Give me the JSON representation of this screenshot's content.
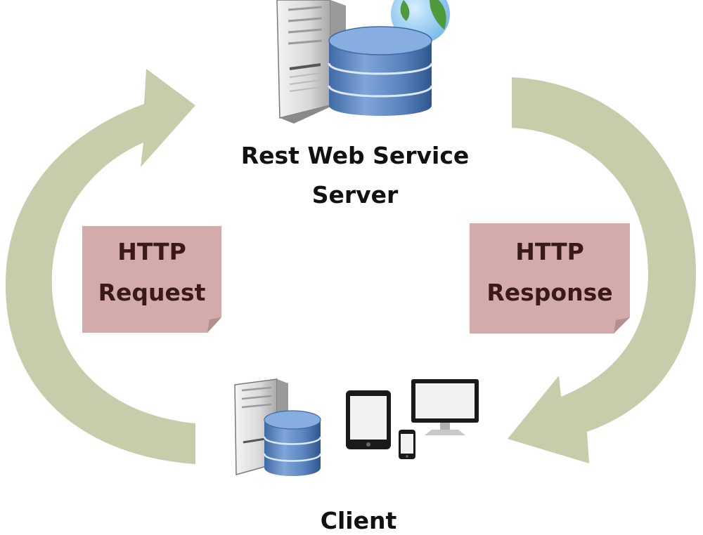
{
  "diagram": {
    "server": {
      "title": "Rest Web Service Server"
    },
    "client": {
      "title": "Client"
    },
    "edges": {
      "request": {
        "line1": "HTTP",
        "line2": "Request"
      },
      "response": {
        "line1": "HTTP",
        "line2": "Response"
      }
    },
    "colors": {
      "arrow": "#c5cdaa",
      "note": "#d2abaa",
      "note_text": "#3a1a18",
      "db_blue": "#5b7fb0",
      "tower_gray": "#dcdcdc"
    }
  }
}
